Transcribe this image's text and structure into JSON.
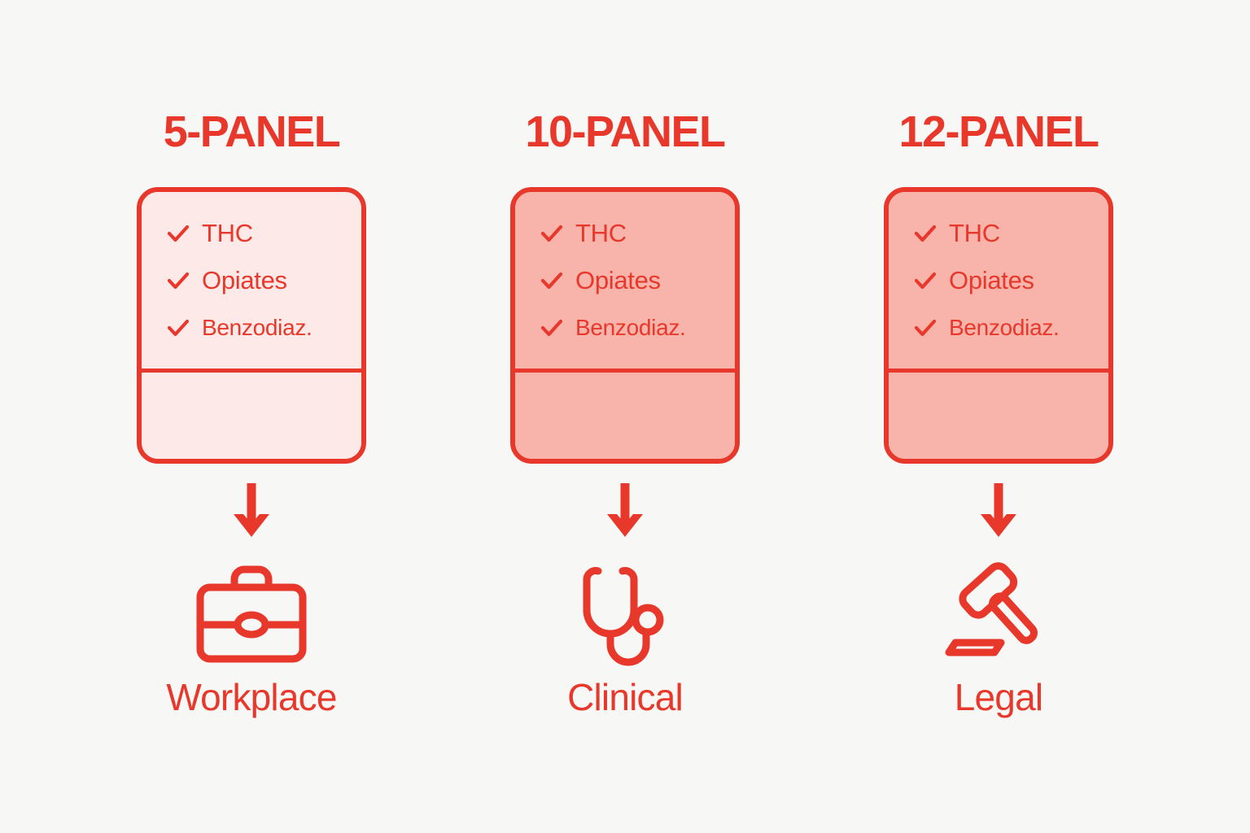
{
  "theme": {
    "background": "#F7F7F5",
    "accent": "#E8382B",
    "fill_light": "#FCE9E8",
    "fill_strong": "#F8B3AA"
  },
  "diagram": {
    "type": "comparison-flow",
    "columns": [
      {
        "title": "5-PANEL",
        "fill": "light",
        "analytes": [
          {
            "label": "THC",
            "checked": true
          },
          {
            "label": "Opiates",
            "checked": true
          },
          {
            "label": "Benzodiaz.",
            "checked": true
          }
        ],
        "destination_icon": "briefcase-icon",
        "destination_label": "Workplace"
      },
      {
        "title": "10-PANEL",
        "fill": "strong",
        "analytes": [
          {
            "label": "THC",
            "checked": true
          },
          {
            "label": "Opiates",
            "checked": true
          },
          {
            "label": "Benzodiaz.",
            "checked": true
          }
        ],
        "destination_icon": "stethoscope-icon",
        "destination_label": "Clinical"
      },
      {
        "title": "12-PANEL",
        "fill": "strong",
        "analytes": [
          {
            "label": "THC",
            "checked": true
          },
          {
            "label": "Opiates",
            "checked": true
          },
          {
            "label": "Benzodiaz.",
            "checked": true
          }
        ],
        "destination_icon": "gavel-icon",
        "destination_label": "Legal"
      }
    ]
  }
}
